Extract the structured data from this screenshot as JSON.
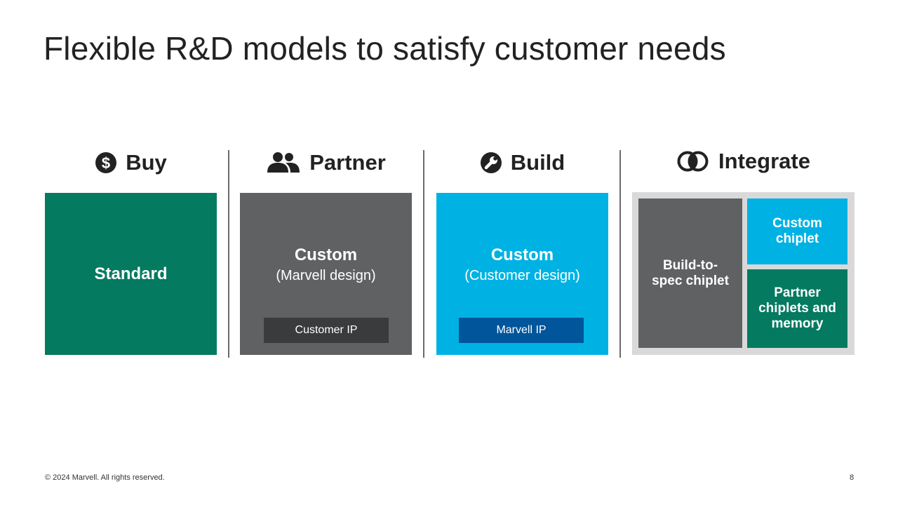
{
  "title": "Flexible R&D models to satisfy customer needs",
  "columns": [
    {
      "heading": "Buy",
      "icon": "dollar-circle-icon",
      "box_main": "Standard",
      "color": "#047a60"
    },
    {
      "heading": "Partner",
      "icon": "people-icon",
      "box_main": "Custom",
      "box_sub": "(Marvell design)",
      "tag": "Customer IP",
      "color": "#5f6163",
      "tag_color": "#3a3b3c"
    },
    {
      "heading": "Build",
      "icon": "wrench-circle-icon",
      "box_main": "Custom",
      "box_sub": "(Customer design)",
      "tag": "Marvell IP",
      "color": "#00b2e3",
      "tag_color": "#00559b"
    },
    {
      "heading": "Integrate",
      "icon": "overlapping-circles-icon",
      "blocks": {
        "build_to_spec": "Build-to-\nspec chiplet",
        "custom_chiplet": "Custom\nchiplet",
        "partner_chiplets": "Partner\nchiplets and\nmemory"
      }
    }
  ],
  "footer": {
    "copyright": "© 2024 Marvell. All rights reserved.",
    "page_number": "8"
  }
}
